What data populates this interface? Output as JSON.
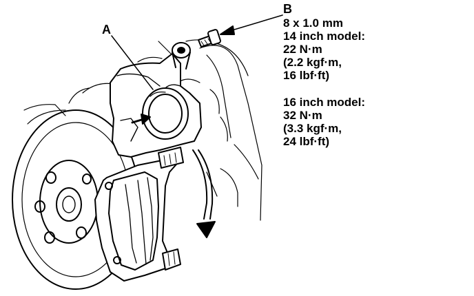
{
  "labels": {
    "a": "A",
    "b": "B"
  },
  "spec": {
    "bolt_size": "8 x 1.0 mm",
    "model_14_heading": "14 inch model:",
    "model_14_torque_nm": "22 N·m",
    "model_14_torque_kgfm": "(2.2 kgf·m,",
    "model_14_torque_lbfft": "16 lbf·ft)",
    "model_16_heading": "16 inch model:",
    "model_16_torque_nm": "32 N·m",
    "model_16_torque_kgfm": "(3.3 kgf·m,",
    "model_16_torque_lbfft": "24 lbf·ft)"
  },
  "colors": {
    "ink": "#000000",
    "paper": "#ffffff"
  }
}
